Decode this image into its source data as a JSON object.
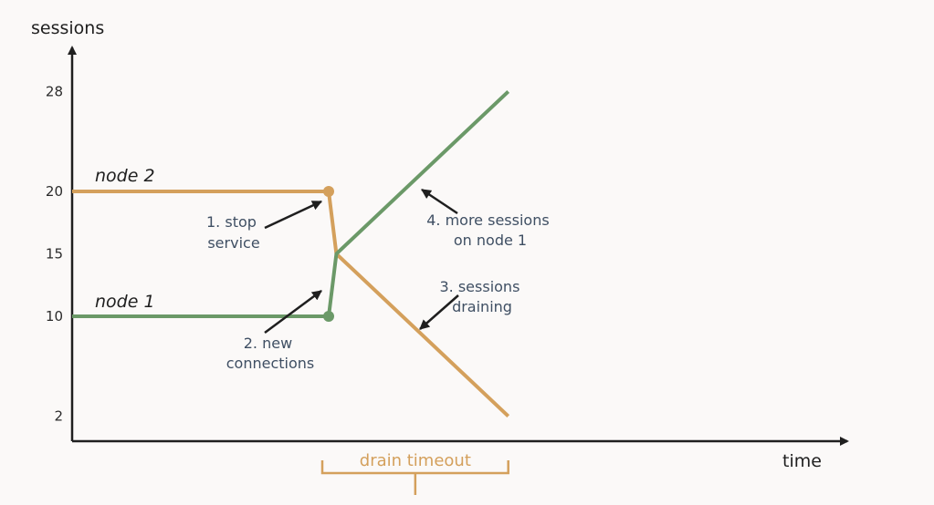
{
  "chart_data": {
    "type": "line",
    "title": "",
    "xlabel": "time",
    "ylabel": "sessions",
    "ylim": [
      0,
      30
    ],
    "y_ticks": [
      2,
      10,
      15,
      20,
      28
    ],
    "x_ticks_shown": false,
    "grid": false,
    "legend": "none (series labeled inline)",
    "series": [
      {
        "name": "node 2",
        "color": "#d4a05c",
        "points": [
          [
            0,
            20
          ],
          [
            1.0,
            20
          ],
          [
            1.03,
            15
          ],
          [
            1.7,
            2
          ]
        ]
      },
      {
        "name": "node 1",
        "color": "#6b9968",
        "points": [
          [
            0,
            10
          ],
          [
            1.0,
            10
          ],
          [
            1.03,
            15
          ],
          [
            1.7,
            28
          ]
        ]
      }
    ],
    "annotations": [
      {
        "text": [
          "1. stop",
          "service"
        ]
      },
      {
        "text": [
          "2. new",
          "connections"
        ]
      },
      {
        "text": [
          "3. sessions",
          "draining"
        ]
      },
      {
        "text": [
          "4. more sessions",
          "on node 1"
        ]
      }
    ],
    "bracket": {
      "label": "drain timeout",
      "x_range": [
        1.0,
        1.7
      ],
      "color": "#d4a05c"
    }
  },
  "colors": {
    "axis": "#1f1f1f",
    "annotation_text": "#3f4f63",
    "arrow": "#1f1f1f",
    "background": "#fbf9f8"
  }
}
